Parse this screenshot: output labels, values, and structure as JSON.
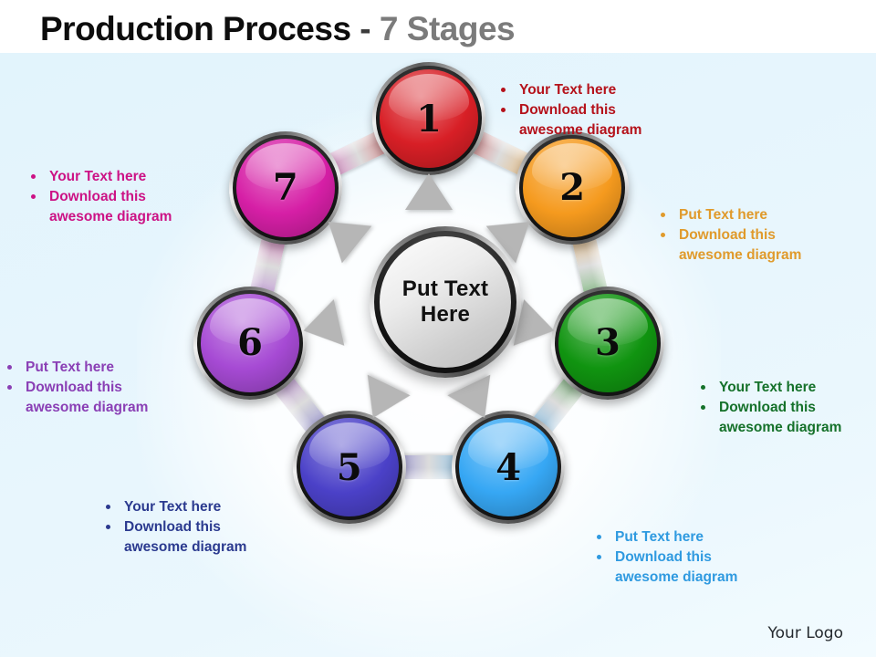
{
  "slide": {
    "title_main": "Production Process",
    "title_dash": " - ",
    "title_sub": "7 Stages",
    "background_color": "#e6f5fd",
    "logo": "Your Logo"
  },
  "hub": {
    "line1": "Put Text",
    "line2": "Here",
    "color": "#cfcfcf"
  },
  "stages": [
    {
      "number": "1",
      "color": "#d81f26",
      "text_color": "#b5121b",
      "lines": [
        "Your Text here",
        "Download this",
        "awesome diagram"
      ]
    },
    {
      "number": "2",
      "color": "#f59a1e",
      "text_color": "#e09a2b",
      "lines": [
        "Put Text here",
        "Download this",
        "awesome diagram"
      ]
    },
    {
      "number": "3",
      "color": "#109410",
      "text_color": "#15712a",
      "lines": [
        "Your Text here",
        "Download this",
        "awesome diagram"
      ]
    },
    {
      "number": "4",
      "color": "#36a7f4",
      "text_color": "#2f9ae0",
      "lines": [
        "Put Text here",
        "Download this",
        "awesome diagram"
      ]
    },
    {
      "number": "5",
      "color": "#4b41c8",
      "text_color": "#2b3a8f",
      "lines": [
        "Your Text here",
        "Download this",
        "awesome diagram"
      ]
    },
    {
      "number": "6",
      "color": "#a64ad4",
      "text_color": "#8a3fb5",
      "lines": [
        "Put Text here",
        "Download this",
        "awesome diagram"
      ]
    },
    {
      "number": "7",
      "color": "#d61fa6",
      "text_color": "#cc1285",
      "lines": [
        "Your Text here",
        "Download this",
        "awesome diagram"
      ]
    }
  ]
}
